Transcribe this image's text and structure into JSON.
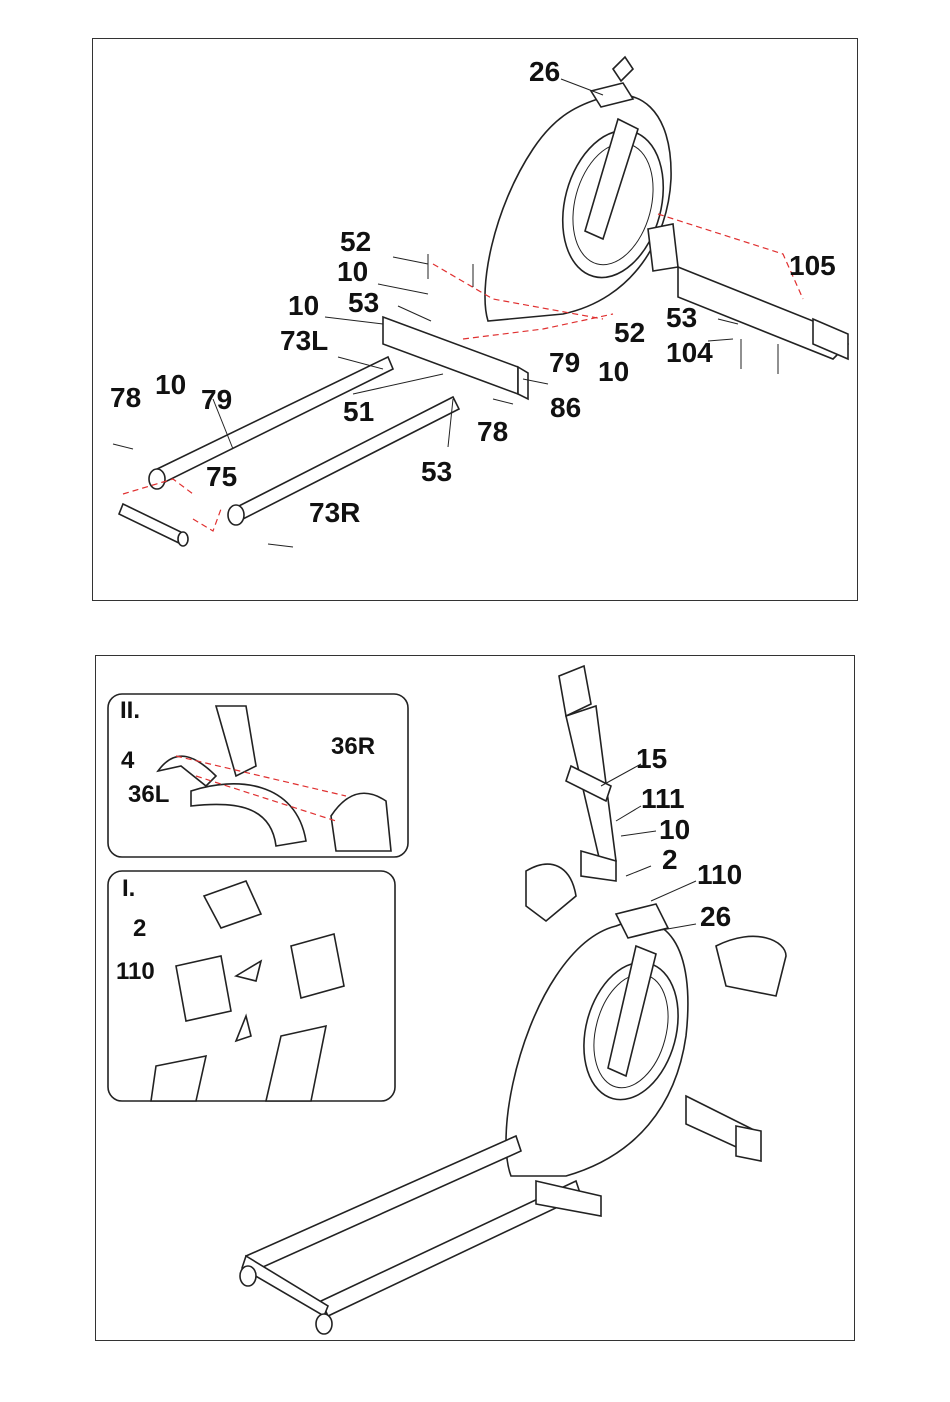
{
  "top_panel": {
    "callouts": {
      "c26": "26",
      "c52a": "52",
      "c10a": "10",
      "c10b": "10",
      "c53a": "53",
      "c73L": "73L",
      "c105": "105",
      "c53b": "53",
      "c52b": "52",
      "c104": "104",
      "c79a": "79",
      "c10c": "10",
      "c78a": "78",
      "c10d": "10",
      "c79b": "79",
      "c51": "51",
      "c86": "86",
      "c78b": "78",
      "c53c": "53",
      "c75": "75",
      "c73R": "73R"
    }
  },
  "bottom_panel": {
    "inset_ii": {
      "title": "II.",
      "c4": "4",
      "c36L": "36L",
      "c36R": "36R"
    },
    "inset_i": {
      "title": "I.",
      "c2": "2",
      "c110": "110"
    },
    "callouts": {
      "c15": "15",
      "c111": "111",
      "c10": "10",
      "c2": "2",
      "c110": "110",
      "c26": "26"
    }
  },
  "colors": {
    "dashed_guides": "#e03030",
    "line_art": "#222222"
  }
}
